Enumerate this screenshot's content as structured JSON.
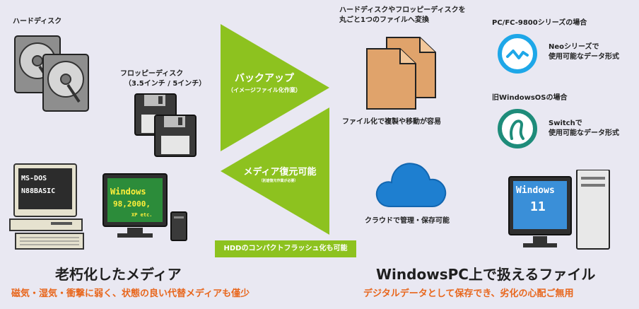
{
  "left": {
    "hdd_label": "ハードディスク",
    "floppy_label_line1": "フロッピーディスク",
    "floppy_label_line2": "（3.5インチ / 5インチ）",
    "pc98_screen_line1": "MS-DOS",
    "pc98_screen_line2": "N88BASIC",
    "winpc_screen_line1": "Windows",
    "winpc_screen_line2": "98,2000,",
    "winpc_screen_line3": "XP etc.",
    "heading": "老朽化したメディア",
    "subheading": "磁気・湿気・衝撃に弱く、状態の良い代替メディアも僅少"
  },
  "middle": {
    "backup_title": "バックアップ",
    "backup_sub": "（イメージファイル化作業）",
    "restore_title": "メディア復元可能",
    "restore_sub": "（別途復元作業が必要）",
    "cf_bar": "HDDのコンパクトフラッシュ化も可能",
    "arrow_color": "#8dc21f"
  },
  "right": {
    "convert_line1": "ハードディスクやフロッピーディスクを",
    "convert_line2": "丸ごと1つのファイルへ変換",
    "file_caption": "ファイル化で複製や移動が容易",
    "cloud_caption": "クラウドで管理・保存可能",
    "win11_line1": "Windows",
    "win11_line2": "11",
    "heading": "WindowsPC上で扱えるファイル",
    "subheading": "デジタルデータとして保存でき、劣化の心配ご無用"
  },
  "formats": {
    "pc98_title": "PC/FC-9800シリーズの場合",
    "neo_line1": "Neoシリーズで",
    "neo_line2": "使用可能なデータ形式",
    "neo_color": "#1ea7e8",
    "oldwin_title": "旧WindowsOSの場合",
    "switch_line1": "Switchで",
    "switch_line2": "使用可能なデータ形式",
    "switch_color": "#1e8c7a"
  }
}
